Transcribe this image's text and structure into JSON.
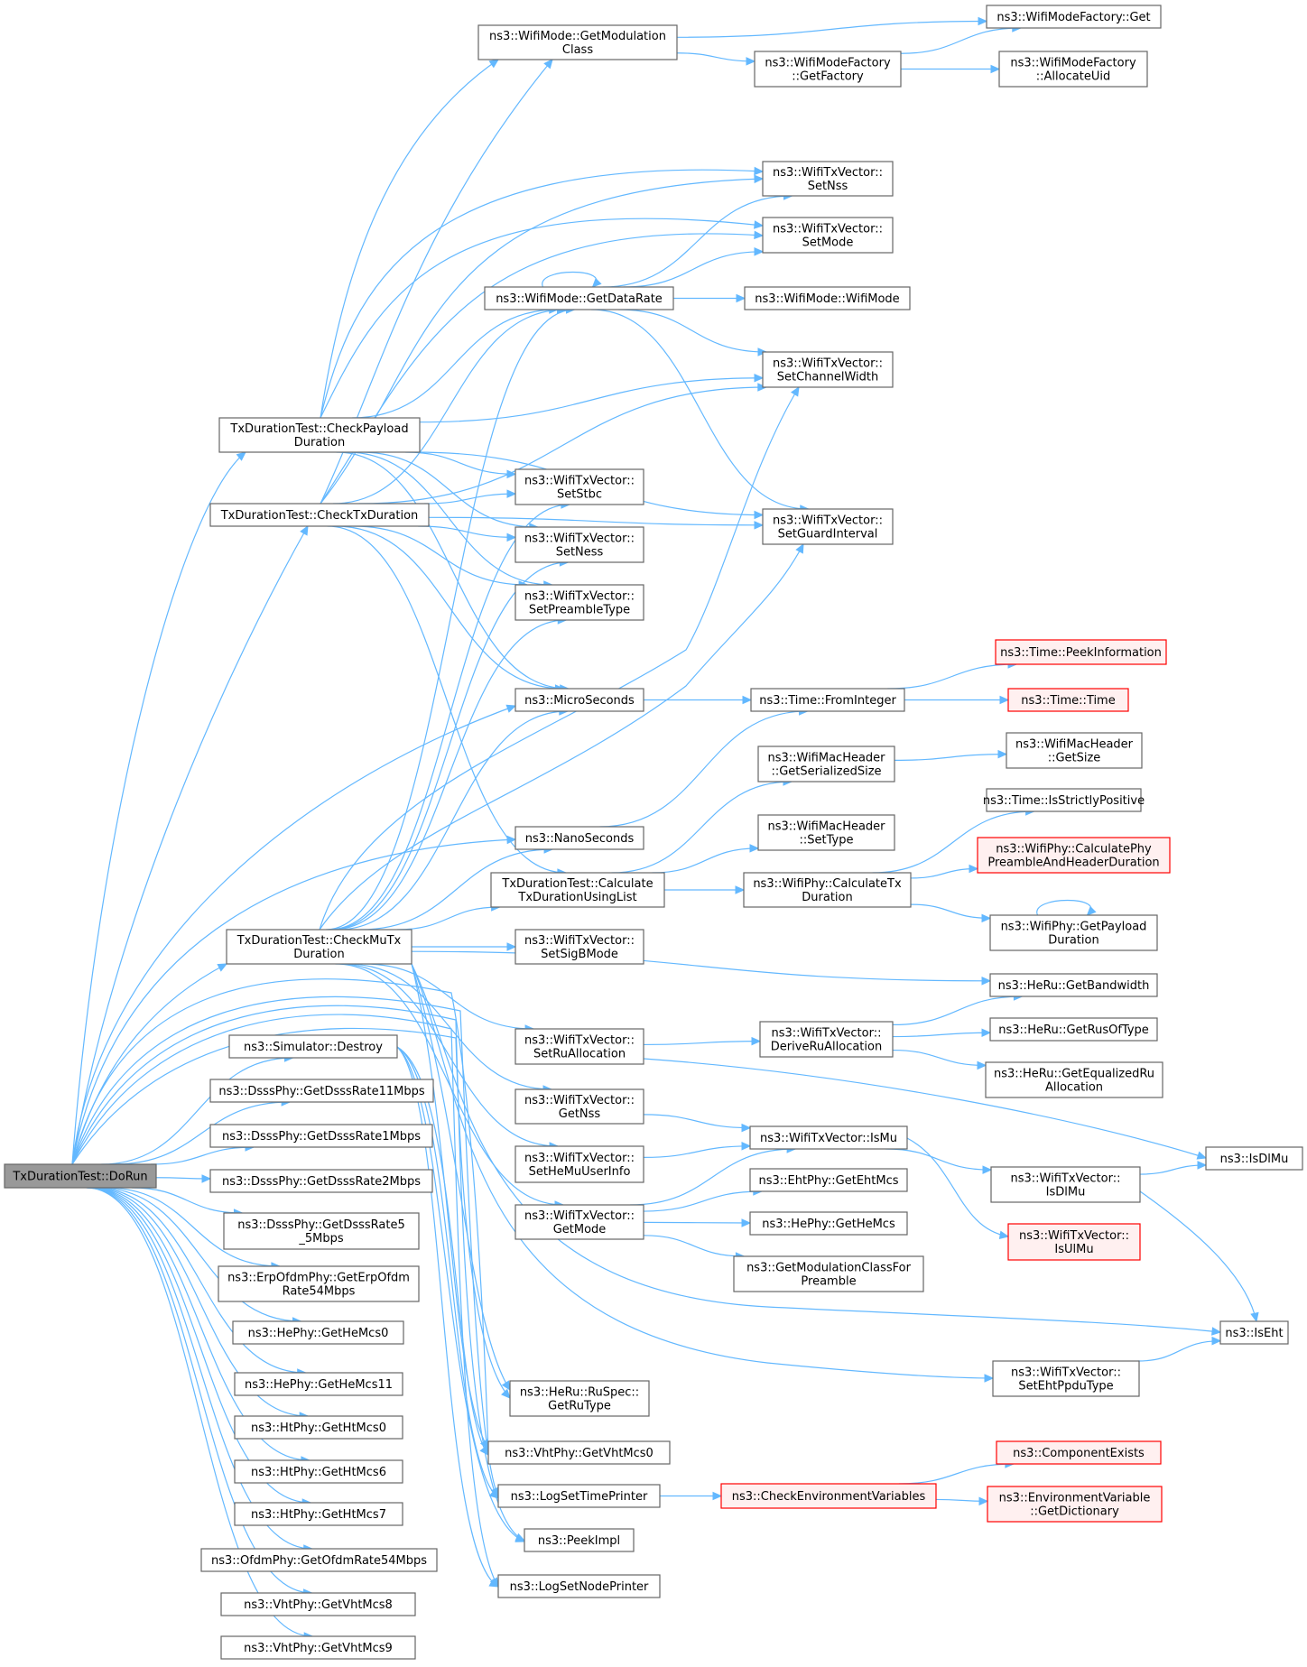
{
  "graph": {
    "nodes": [
      {
        "id": "dorun",
        "lines": [
          "TxDurationTest::DoRun"
        ],
        "style": "root"
      },
      {
        "id": "getmodclass",
        "lines": [
          "ns3::WifiMode::GetModulation",
          "Class"
        ]
      },
      {
        "id": "factoryget",
        "lines": [
          "ns3::WifiModeFactory::Get"
        ]
      },
      {
        "id": "getfactory",
        "lines": [
          "ns3::WifiModeFactory",
          "::GetFactory"
        ]
      },
      {
        "id": "allocuid",
        "lines": [
          "ns3::WifiModeFactory",
          "::AllocateUid"
        ]
      },
      {
        "id": "setnss",
        "lines": [
          "ns3::WifiTxVector::",
          "SetNss"
        ]
      },
      {
        "id": "setmode",
        "lines": [
          "ns3::WifiTxVector::",
          "SetMode"
        ]
      },
      {
        "id": "getdatarate",
        "lines": [
          "ns3::WifiMode::GetDataRate"
        ]
      },
      {
        "id": "wifimode",
        "lines": [
          "ns3::WifiMode::WifiMode"
        ]
      },
      {
        "id": "setchw",
        "lines": [
          "ns3::WifiTxVector::",
          "SetChannelWidth"
        ]
      },
      {
        "id": "checkpayload",
        "lines": [
          "TxDurationTest::CheckPayload",
          "Duration"
        ]
      },
      {
        "id": "setstbc",
        "lines": [
          "ns3::WifiTxVector::",
          "SetStbc"
        ]
      },
      {
        "id": "checktx",
        "lines": [
          "TxDurationTest::CheckTxDuration"
        ]
      },
      {
        "id": "setgi",
        "lines": [
          "ns3::WifiTxVector::",
          "SetGuardInterval"
        ]
      },
      {
        "id": "setness",
        "lines": [
          "ns3::WifiTxVector::",
          "SetNess"
        ]
      },
      {
        "id": "setpreamble",
        "lines": [
          "ns3::WifiTxVector::",
          "SetPreambleType"
        ]
      },
      {
        "id": "peekinfo",
        "lines": [
          "ns3::Time::PeekInformation"
        ],
        "style": "red"
      },
      {
        "id": "micro",
        "lines": [
          "ns3::MicroSeconds"
        ]
      },
      {
        "id": "fromint",
        "lines": [
          "ns3::Time::FromInteger"
        ]
      },
      {
        "id": "timetime",
        "lines": [
          "ns3::Time::Time"
        ],
        "style": "red"
      },
      {
        "id": "macser",
        "lines": [
          "ns3::WifiMacHeader",
          "::GetSerializedSize"
        ]
      },
      {
        "id": "macsize",
        "lines": [
          "ns3::WifiMacHeader",
          "::GetSize"
        ]
      },
      {
        "id": "strictpos",
        "lines": [
          "ns3::Time::IsStrictlyPositive"
        ]
      },
      {
        "id": "settype",
        "lines": [
          "ns3::WifiMacHeader",
          "::SetType"
        ]
      },
      {
        "id": "nano",
        "lines": [
          "ns3::NanoSeconds"
        ]
      },
      {
        "id": "calcpre",
        "lines": [
          "ns3::WifiPhy::CalculatePhy",
          "PreambleAndHeaderDuration"
        ],
        "style": "red"
      },
      {
        "id": "calclist",
        "lines": [
          "TxDurationTest::Calculate",
          "TxDurationUsingList"
        ]
      },
      {
        "id": "calctx",
        "lines": [
          "ns3::WifiPhy::CalculateTx",
          "Duration"
        ]
      },
      {
        "id": "getpayload",
        "lines": [
          "ns3::WifiPhy::GetPayload",
          "Duration"
        ]
      },
      {
        "id": "checkmu",
        "lines": [
          "TxDurationTest::CheckMuTx",
          "Duration"
        ]
      },
      {
        "id": "setsigb",
        "lines": [
          "ns3::WifiTxVector::",
          "SetSigBMode"
        ]
      },
      {
        "id": "getbw",
        "lines": [
          "ns3::HeRu::GetBandwidth"
        ]
      },
      {
        "id": "simdestroy",
        "lines": [
          "ns3::Simulator::Destroy"
        ]
      },
      {
        "id": "setru",
        "lines": [
          "ns3::WifiTxVector::",
          "SetRuAllocation"
        ]
      },
      {
        "id": "deriveru",
        "lines": [
          "ns3::WifiTxVector::",
          "DeriveRuAllocation"
        ]
      },
      {
        "id": "getrus",
        "lines": [
          "ns3::HeRu::GetRusOfType"
        ]
      },
      {
        "id": "dsss11",
        "lines": [
          "ns3::DsssPhy::GetDsssRate11Mbps"
        ]
      },
      {
        "id": "equalru",
        "lines": [
          "ns3::HeRu::GetEqualizedRu",
          "Allocation"
        ]
      },
      {
        "id": "getnss",
        "lines": [
          "ns3::WifiTxVector::",
          "GetNss"
        ]
      },
      {
        "id": "dsss1",
        "lines": [
          "ns3::DsssPhy::GetDsssRate1Mbps"
        ]
      },
      {
        "id": "ismu",
        "lines": [
          "ns3::WifiTxVector::IsMu"
        ]
      },
      {
        "id": "isdlmu",
        "lines": [
          "ns3::IsDlMu"
        ]
      },
      {
        "id": "sethemu",
        "lines": [
          "ns3::WifiTxVector::",
          "SetHeMuUserInfo"
        ]
      },
      {
        "id": "dsss2",
        "lines": [
          "ns3::DsssPhy::GetDsssRate2Mbps"
        ]
      },
      {
        "id": "txisdlmu",
        "lines": [
          "ns3::WifiTxVector::",
          "IsDlMu"
        ]
      },
      {
        "id": "ehtmcs",
        "lines": [
          "ns3::EhtPhy::GetEhtMcs"
        ]
      },
      {
        "id": "getmode",
        "lines": [
          "ns3::WifiTxVector::",
          "GetMode"
        ]
      },
      {
        "id": "dsss55",
        "lines": [
          "ns3::DsssPhy::GetDsssRate5",
          "_5Mbps"
        ]
      },
      {
        "id": "hemcs",
        "lines": [
          "ns3::HePhy::GetHeMcs"
        ]
      },
      {
        "id": "isulmu",
        "lines": [
          "ns3::WifiTxVector::",
          "IsUlMu"
        ],
        "style": "red"
      },
      {
        "id": "erp54",
        "lines": [
          "ns3::ErpOfdmPhy::GetErpOfdm",
          "Rate54Mbps"
        ]
      },
      {
        "id": "modpre",
        "lines": [
          "ns3::GetModulationClassFor",
          "Preamble"
        ]
      },
      {
        "id": "hemcs0",
        "lines": [
          "ns3::HePhy::GetHeMcs0"
        ]
      },
      {
        "id": "iseht",
        "lines": [
          "ns3::IsEht"
        ]
      },
      {
        "id": "hemcs11",
        "lines": [
          "ns3::HePhy::GetHeMcs11"
        ]
      },
      {
        "id": "setehtppdu",
        "lines": [
          "ns3::WifiTxVector::",
          "SetEhtPpduType"
        ]
      },
      {
        "id": "getrutype",
        "lines": [
          "ns3::HeRu::RuSpec::",
          "GetRuType"
        ]
      },
      {
        "id": "htmcs0",
        "lines": [
          "ns3::HtPhy::GetHtMcs0"
        ]
      },
      {
        "id": "compexists",
        "lines": [
          "ns3::ComponentExists"
        ],
        "style": "red"
      },
      {
        "id": "vhtmcs0",
        "lines": [
          "ns3::VhtPhy::GetVhtMcs0"
        ]
      },
      {
        "id": "htmcs6",
        "lines": [
          "ns3::HtPhy::GetHtMcs6"
        ]
      },
      {
        "id": "logtime",
        "lines": [
          "ns3::LogSetTimePrinter"
        ]
      },
      {
        "id": "checkenv",
        "lines": [
          "ns3::CheckEnvironmentVariables"
        ],
        "style": "red"
      },
      {
        "id": "envdict",
        "lines": [
          "ns3::EnvironmentVariable",
          "::GetDictionary"
        ],
        "style": "red"
      },
      {
        "id": "htmcs7",
        "lines": [
          "ns3::HtPhy::GetHtMcs7"
        ]
      },
      {
        "id": "peekimpl",
        "lines": [
          "ns3::PeekImpl"
        ]
      },
      {
        "id": "ofdm54",
        "lines": [
          "ns3::OfdmPhy::GetOfdmRate54Mbps"
        ]
      },
      {
        "id": "lognode",
        "lines": [
          "ns3::LogSetNodePrinter"
        ]
      },
      {
        "id": "vhtmcs8",
        "lines": [
          "ns3::VhtPhy::GetVhtMcs8"
        ]
      },
      {
        "id": "vhtmcs9",
        "lines": [
          "ns3::VhtPhy::GetVhtMcs9"
        ]
      }
    ],
    "edges": [
      [
        "getmodclass",
        "factoryget"
      ],
      [
        "getmodclass",
        "getfactory"
      ],
      [
        "getfactory",
        "factoryget"
      ],
      [
        "getfactory",
        "allocuid"
      ],
      [
        "getdatarate",
        "getdatarate"
      ],
      [
        "getdatarate",
        "setnss"
      ],
      [
        "getdatarate",
        "setmode"
      ],
      [
        "getdatarate",
        "wifimode"
      ],
      [
        "getdatarate",
        "setchw"
      ],
      [
        "getdatarate",
        "setgi"
      ],
      [
        "checkpayload",
        "getmodclass"
      ],
      [
        "checkpayload",
        "setnss"
      ],
      [
        "checkpayload",
        "setmode"
      ],
      [
        "checkpayload",
        "getdatarate"
      ],
      [
        "checkpayload",
        "setchw"
      ],
      [
        "checkpayload",
        "setgi"
      ],
      [
        "checkpayload",
        "setstbc"
      ],
      [
        "checkpayload",
        "setness"
      ],
      [
        "checkpayload",
        "setpreamble"
      ],
      [
        "checkpayload",
        "micro"
      ],
      [
        "checktx",
        "getmodclass"
      ],
      [
        "checktx",
        "setnss"
      ],
      [
        "checktx",
        "setmode"
      ],
      [
        "checktx",
        "getdatarate"
      ],
      [
        "checktx",
        "setchw"
      ],
      [
        "checktx",
        "setstbc"
      ],
      [
        "checktx",
        "setness"
      ],
      [
        "checktx",
        "setpreamble"
      ],
      [
        "checktx",
        "setgi"
      ],
      [
        "checktx",
        "micro"
      ],
      [
        "checktx",
        "calclist"
      ],
      [
        "micro",
        "fromint"
      ],
      [
        "fromint",
        "peekinfo"
      ],
      [
        "fromint",
        "timetime"
      ],
      [
        "nano",
        "fromint"
      ],
      [
        "macser",
        "macsize"
      ],
      [
        "calclist",
        "macser"
      ],
      [
        "calclist",
        "settype"
      ],
      [
        "calclist",
        "calctx"
      ],
      [
        "calctx",
        "strictpos"
      ],
      [
        "calctx",
        "calcpre"
      ],
      [
        "calctx",
        "getpayload"
      ],
      [
        "getpayload",
        "getpayload"
      ],
      [
        "checkmu",
        "getdatarate"
      ],
      [
        "checkmu",
        "setstbc"
      ],
      [
        "checkmu",
        "setness"
      ],
      [
        "checkmu",
        "setpreamble"
      ],
      [
        "checkmu",
        "micro"
      ],
      [
        "checkmu",
        "nano"
      ],
      [
        "checkmu",
        "setchw"
      ],
      [
        "checkmu",
        "setgi"
      ],
      [
        "checkmu",
        "calclist"
      ],
      [
        "checkmu",
        "setsigb"
      ],
      [
        "checkmu",
        "getbw"
      ],
      [
        "checkmu",
        "setru"
      ],
      [
        "checkmu",
        "getnss"
      ],
      [
        "checkmu",
        "sethemu"
      ],
      [
        "checkmu",
        "getmode"
      ],
      [
        "checkmu",
        "iseht"
      ],
      [
        "checkmu",
        "setehtppdu"
      ],
      [
        "checkmu",
        "getrutype"
      ],
      [
        "checkmu",
        "vhtmcs0"
      ],
      [
        "setru",
        "deriveru"
      ],
      [
        "setru",
        "isdlmu"
      ],
      [
        "deriveru",
        "getbw"
      ],
      [
        "deriveru",
        "getrus"
      ],
      [
        "deriveru",
        "equalru"
      ],
      [
        "getnss",
        "ismu"
      ],
      [
        "sethemu",
        "ismu"
      ],
      [
        "ismu",
        "txisdlmu"
      ],
      [
        "ismu",
        "isulmu"
      ],
      [
        "txisdlmu",
        "isdlmu"
      ],
      [
        "txisdlmu",
        "iseht"
      ],
      [
        "setehtppdu",
        "iseht"
      ],
      [
        "getmode",
        "ismu"
      ],
      [
        "getmode",
        "ehtmcs"
      ],
      [
        "getmode",
        "hemcs"
      ],
      [
        "getmode",
        "modpre"
      ],
      [
        "simdestroy",
        "vhtmcs0"
      ],
      [
        "simdestroy",
        "logtime"
      ],
      [
        "simdestroy",
        "peekimpl"
      ],
      [
        "simdestroy",
        "lognode"
      ],
      [
        "logtime",
        "checkenv"
      ],
      [
        "checkenv",
        "compexists"
      ],
      [
        "checkenv",
        "envdict"
      ],
      [
        "dorun",
        "checkpayload"
      ],
      [
        "dorun",
        "checktx"
      ],
      [
        "dorun",
        "micro"
      ],
      [
        "dorun",
        "nano"
      ],
      [
        "dorun",
        "checkmu"
      ],
      [
        "dorun",
        "simdestroy"
      ],
      [
        "dorun",
        "dsss11"
      ],
      [
        "dorun",
        "dsss1"
      ],
      [
        "dorun",
        "dsss2"
      ],
      [
        "dorun",
        "dsss55"
      ],
      [
        "dorun",
        "erp54"
      ],
      [
        "dorun",
        "hemcs0"
      ],
      [
        "dorun",
        "hemcs11"
      ],
      [
        "dorun",
        "htmcs0"
      ],
      [
        "dorun",
        "htmcs6"
      ],
      [
        "dorun",
        "htmcs7"
      ],
      [
        "dorun",
        "ofdm54"
      ],
      [
        "dorun",
        "vhtmcs8"
      ],
      [
        "dorun",
        "vhtmcs9"
      ],
      [
        "dorun",
        "vhtmcs0"
      ],
      [
        "dorun",
        "logtime"
      ],
      [
        "dorun",
        "lognode"
      ],
      [
        "dorun",
        "peekimpl"
      ],
      [
        "dorun",
        "getrutype"
      ]
    ]
  }
}
